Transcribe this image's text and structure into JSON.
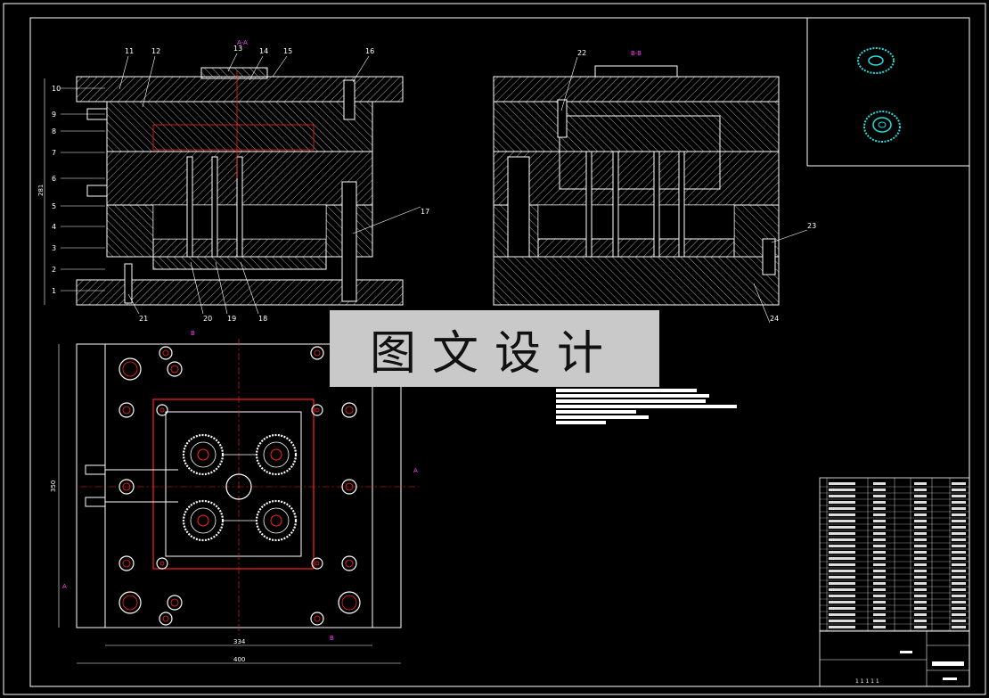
{
  "views": {
    "view_a_title": "A-A",
    "view_b_title": "B-B",
    "section_mark": "B",
    "section_mark_a": "A"
  },
  "part_numbers": [
    "1",
    "2",
    "3",
    "4",
    "5",
    "6",
    "7",
    "8",
    "9",
    "10",
    "11",
    "12",
    "13",
    "14",
    "15",
    "16",
    "17",
    "18",
    "19",
    "20",
    "21",
    "22",
    "23",
    "24"
  ],
  "dimensions": {
    "height": "281",
    "width_outer": "400",
    "width_inner": "334",
    "depth": "350"
  },
  "watermark": "图文设计",
  "title_block": {
    "bottom_numbers": "1 1 1 1 1"
  },
  "colors": {
    "background": "#000000",
    "line": "#ffffff",
    "red": "#ff2020",
    "magenta": "#ff3cff",
    "cyan": "#20e0e0",
    "yellow": "#ffff40"
  }
}
